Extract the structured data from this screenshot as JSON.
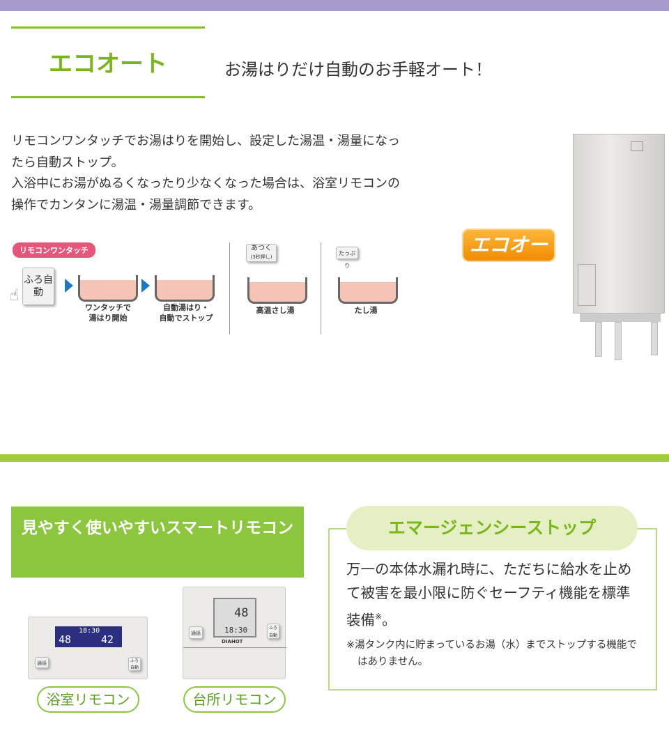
{
  "colors": {
    "top_bar": "#a59bcc",
    "accent_green": "#8cc63f",
    "title_green": "#7ab51d",
    "eco_badge_orange": "#f5a01a",
    "arrow_blue": "#1e78c2",
    "label_pink": "#e2577a"
  },
  "eco_auto": {
    "title": "エコオート",
    "tagline": "お湯はりだけ自動のお手軽オート！",
    "description_lines": [
      "リモコンワンタッチでお湯はりを開始し、設定した湯温・湯量になっ",
      "たら自動ストップ。",
      "入浴中にお湯がぬるくなったり少なくなった場合は、浴室リモコンの",
      "操作でカンタンに湯温・湯量調節できます。"
    ],
    "badge": "エコオート",
    "diagram": {
      "touch_label": "リモコンワンタッチ",
      "button_label": "ふろ自動",
      "steps": [
        {
          "line1": "ワンタッチで",
          "line2": "湯はり開始"
        },
        {
          "line1": "自動湯はり・",
          "line2": "自動でストップ"
        },
        {
          "line1": "高温さし湯",
          "line2": ""
        },
        {
          "line1": "たし湯",
          "line2": ""
        }
      ],
      "hot_button": {
        "line1": "あつく",
        "line2": "(3秒押し)"
      },
      "more_button": "たっぷり"
    }
  },
  "smart_remote": {
    "title": "見やすく使いやすいスマートリモコン",
    "bath_remote": {
      "label": "浴室リモコン",
      "time": "18:30",
      "temp_left": "48",
      "temp_right": "42",
      "btn_call": "通話",
      "btn_auto": "ふろ自動"
    },
    "kitchen_remote": {
      "label": "台所リモコン",
      "time": "18:30",
      "temp": "48",
      "btn_call": "通話",
      "btn_auto": "ふろ自動",
      "brand": "DIAHOT"
    }
  },
  "emergency_stop": {
    "title": "エマージェンシーストップ",
    "body": "万一の本体水漏れ時に、ただちに給水を止めて被害を最小限に防ぐセーフティ機能を標準装備",
    "body_mark": "※",
    "body_end": "。",
    "note": "※湯タンク内に貯まっているお湯（水）までストップする機能ではありません。"
  }
}
